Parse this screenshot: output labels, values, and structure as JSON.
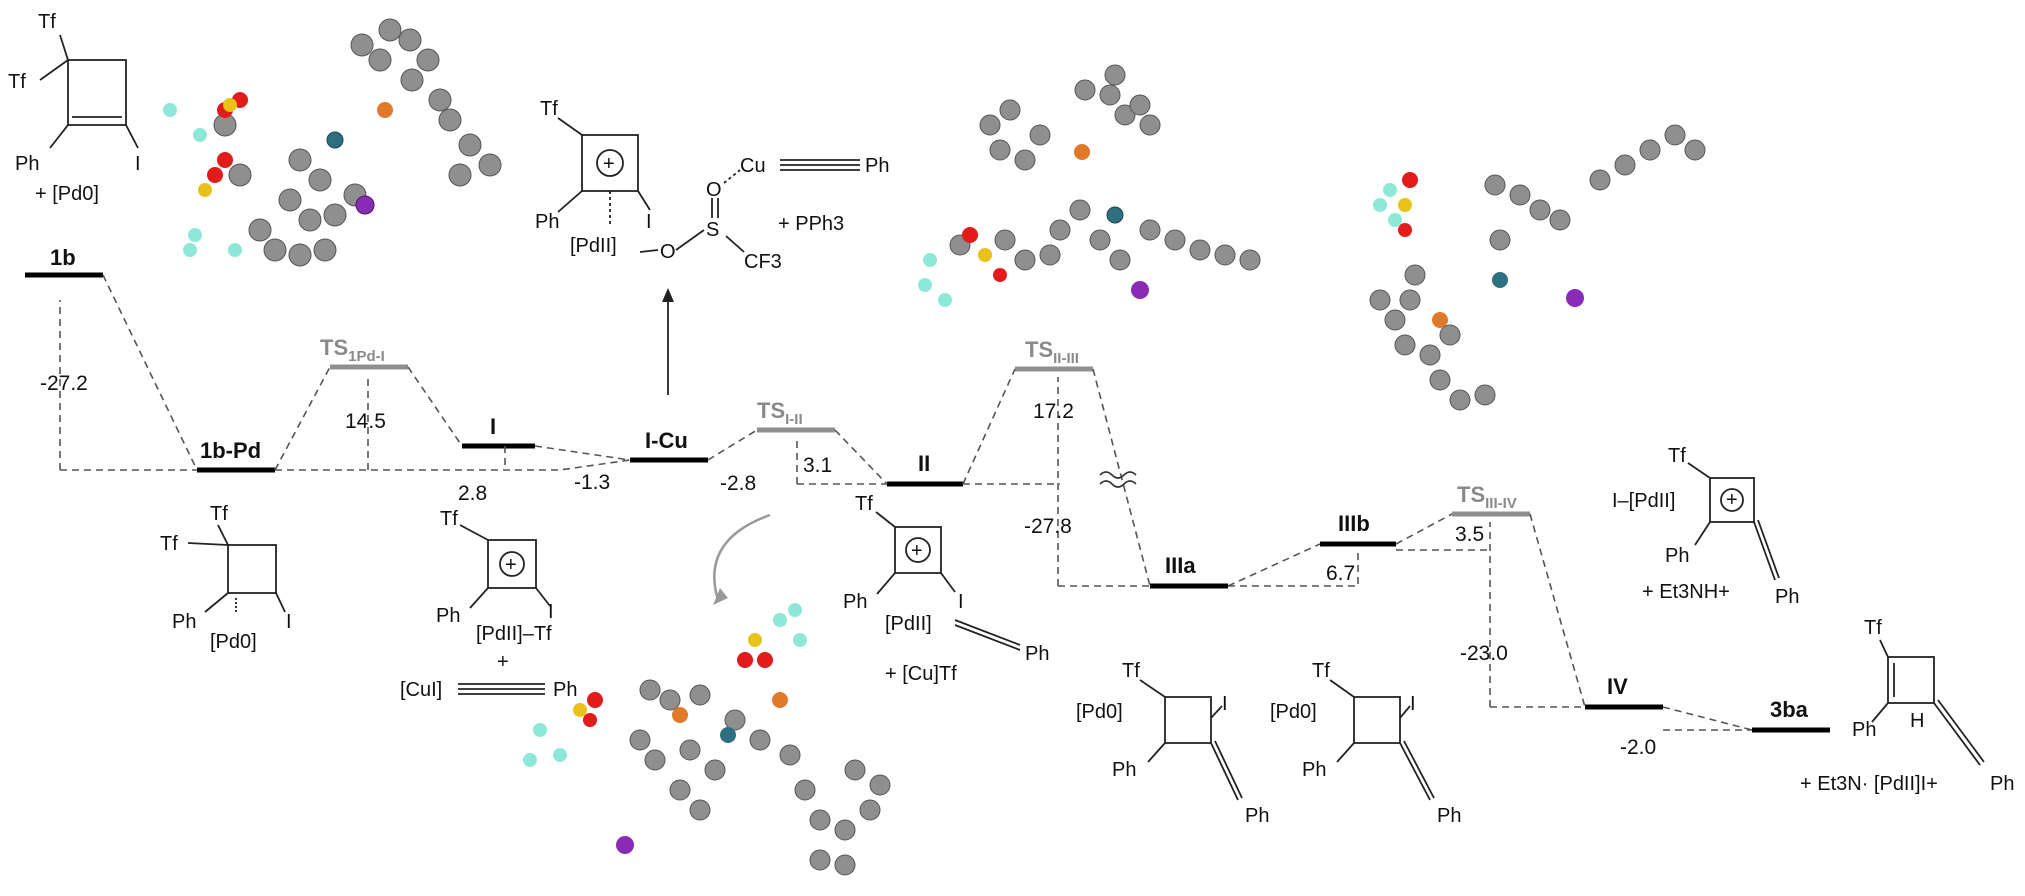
{
  "levels": {
    "1b": "1b",
    "1b_pd": "1b-Pd",
    "I": "I",
    "I_cu": "I-Cu",
    "II": "II",
    "IIIa": "IIIa",
    "IIIb": "IIIb",
    "IV": "IV",
    "3ba": "3ba"
  },
  "transition_states": {
    "ts1": {
      "main": "TS",
      "sub": "1Pd-I"
    },
    "ts2": {
      "main": "TS",
      "sub": "I-II"
    },
    "ts3": {
      "main": "TS",
      "sub": "II-III"
    },
    "ts4": {
      "main": "TS",
      "sub": "III-IV"
    }
  },
  "energies": {
    "e1": "-27.2",
    "e2": "14.5",
    "e3": "2.8",
    "e4": "-1.3",
    "e5": "3.1",
    "e6": "-2.8",
    "e7": "17.2",
    "e8": "-27.8",
    "e9": "6.7",
    "e10": "3.5",
    "e11": "-23.0",
    "e12": "-2.0"
  },
  "labels": {
    "tf": "Tf",
    "ph": "Ph",
    "i": "I",
    "h": "H",
    "cf3": "CF3",
    "s": "S",
    "o": "O",
    "cu": "Cu",
    "pd0": "+ [Pd0]",
    "pph3": "+ PPh3",
    "cutf": "+ [Cu]Tf",
    "plus": "+",
    "cu_i": "[CuI]",
    "et3nh": "+ Et3NH+",
    "et3n_pd": "+ Et3N· [PdII]I+",
    "pd0_br": "[Pd0]",
    "pdii_br": "[PdII]",
    "ipdii": "I–[PdII]",
    "pdii_tf": "[PdII]–Tf"
  },
  "colors": {
    "carbon": "#8f8f8f",
    "oxygen": "#e21b1b",
    "sulfur": "#e8c21a",
    "fluorine": "#8ee8d8",
    "phosphorus": "#e07a2a",
    "palladium": "#2f6f82",
    "iodine": "#8a2bb8",
    "ts_gray": "#8a8a8a"
  }
}
